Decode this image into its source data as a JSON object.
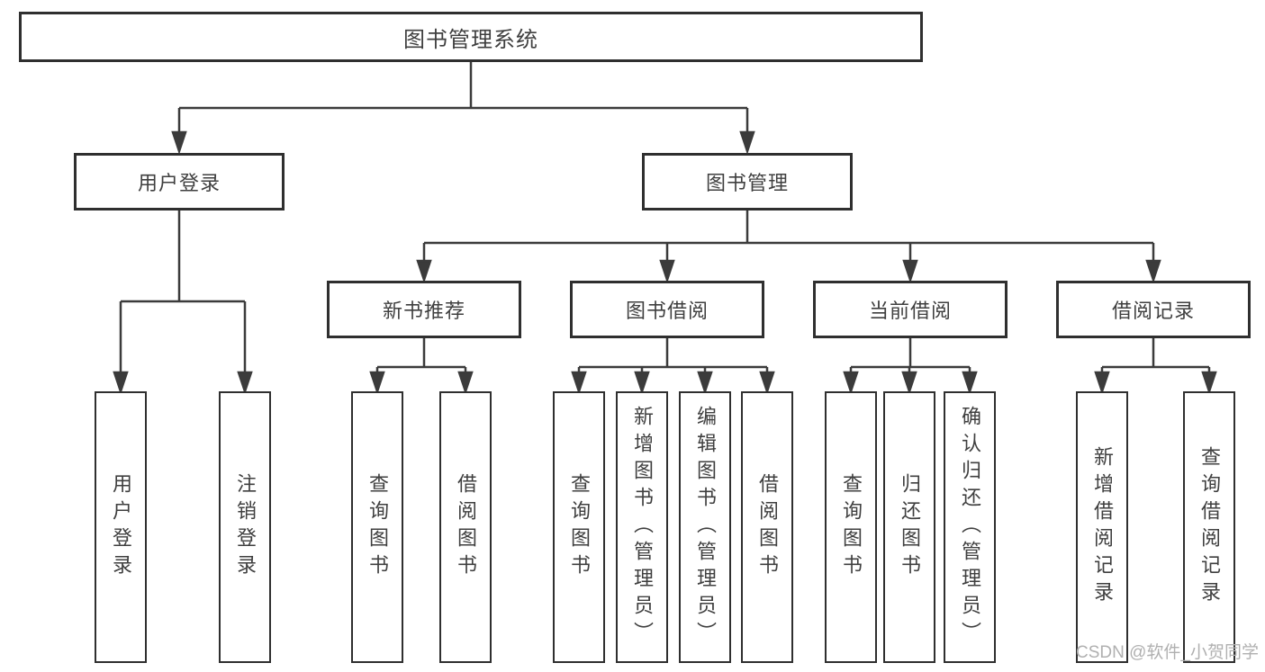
{
  "diagram": {
    "root": {
      "label": "图书管理系统"
    },
    "branches": [
      {
        "label": "用户登录",
        "children": [
          {
            "label": "用户登录"
          },
          {
            "label": "注销登录"
          }
        ]
      },
      {
        "label": "图书管理",
        "children": [
          {
            "label": "新书推荐",
            "children": [
              {
                "label": "查询图书"
              },
              {
                "label": "借阅图书"
              }
            ]
          },
          {
            "label": "图书借阅",
            "children": [
              {
                "label": "查询图书"
              },
              {
                "label": "新增图书（管理员）"
              },
              {
                "label": "编辑图书（管理员）"
              },
              {
                "label": "借阅图书"
              }
            ]
          },
          {
            "label": "当前借阅",
            "children": [
              {
                "label": "查询图书"
              },
              {
                "label": "归还图书"
              },
              {
                "label": "确认归还（管理员）"
              }
            ]
          },
          {
            "label": "借阅记录",
            "children": [
              {
                "label": "新增借阅记录"
              },
              {
                "label": "查询借阅记录"
              }
            ]
          }
        ]
      }
    ]
  },
  "watermark": {
    "text": "CSDN @软件_小贺同学"
  },
  "colors": {
    "line": "#3b3b3b",
    "box_border": "#2f2f2f",
    "text": "#3f3f3f",
    "watermark": "#b0b0b0",
    "background": "#ffffff"
  }
}
